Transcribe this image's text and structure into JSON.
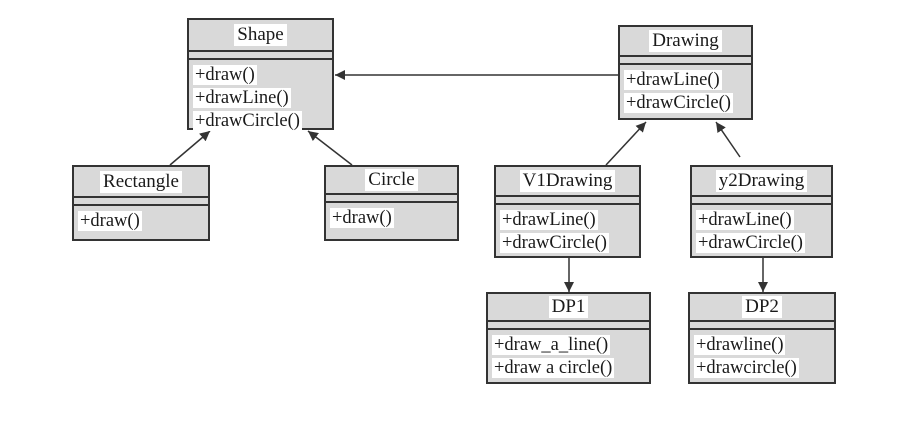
{
  "classes": {
    "shape": {
      "name": "Shape",
      "ops": [
        "+draw()",
        "+drawLine()",
        "+drawCircle()"
      ]
    },
    "drawing": {
      "name": "Drawing",
      "ops": [
        "+drawLine()",
        "+drawCircle()"
      ]
    },
    "rectangle": {
      "name": "Rectangle",
      "ops": [
        "+draw()"
      ]
    },
    "circle": {
      "name": "Circle",
      "ops": [
        "+draw()"
      ]
    },
    "v1drawing": {
      "name": "V1Drawing",
      "ops": [
        "+drawLine()",
        "+drawCircle()"
      ]
    },
    "y2drawing": {
      "name": "y2Drawing",
      "ops": [
        "+drawLine()",
        "+drawCircle()"
      ]
    },
    "dp1": {
      "name": "DP1",
      "ops": [
        "+draw_a_line()",
        "+draw a circle()"
      ]
    },
    "dp2": {
      "name": "DP2",
      "ops": [
        "+drawline()",
        "+drawcircle()"
      ]
    }
  }
}
